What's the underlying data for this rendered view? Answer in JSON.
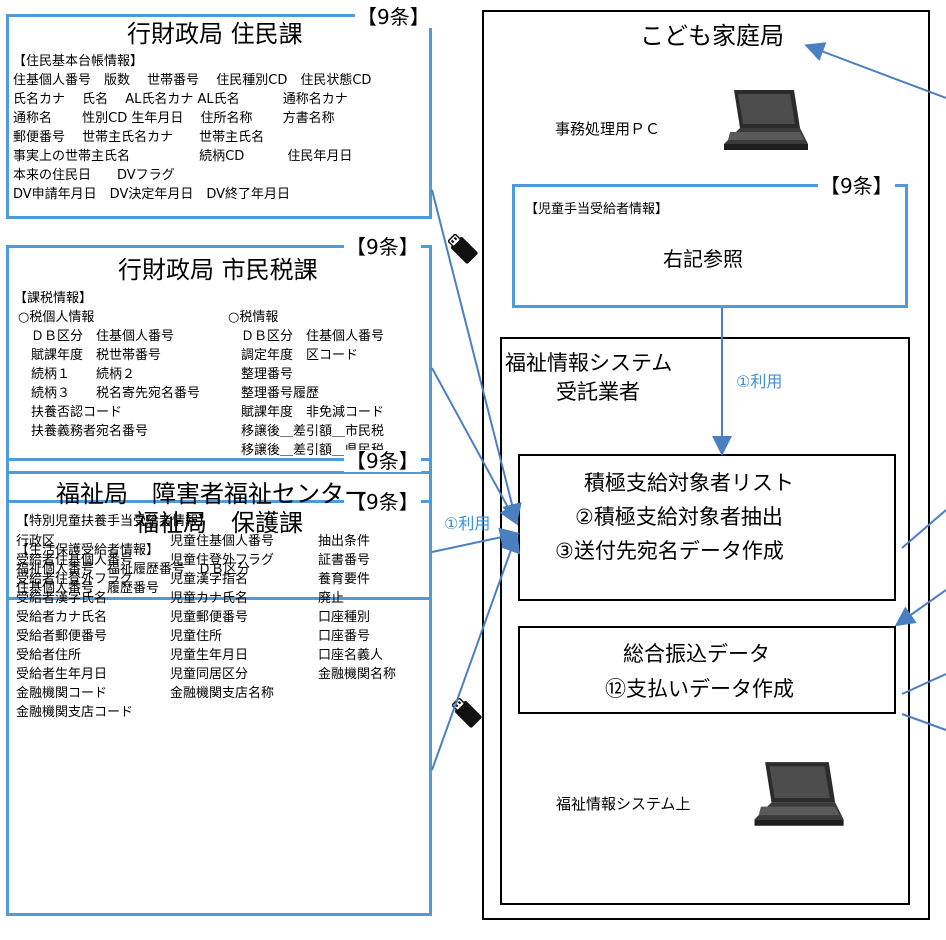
{
  "article_tag": "【9条】",
  "usage_label": "①利用",
  "resident": {
    "title": "行財政局 住民課",
    "section": "【住民基本台帳情報】",
    "lines": [
      "住基個人番号　版数　 世帯番号　 住民種別CD　住民状態CD",
      "氏名カナ　 氏名　 AL氏名カナ AL氏名　　　 通称名カナ",
      "通称名　　 性別CD 生年月日　 住所名称　　 方書名称",
      "郵便番号　 世帯主氏名カナ　　世帯主氏名",
      "事実上の世帯主氏名　　　　　 続柄CD　　　 住民年月日",
      "本来の住民日　　DVフラグ",
      "DV申請年月日　DV決定年月日　DV終了年月日"
    ]
  },
  "tax": {
    "title": "行財政局 市民税課",
    "section": "【課税情報】",
    "left": [
      "○税個人情報",
      "　ＤＢ区分　住基個人番号",
      "　賦課年度　税世帯番号",
      "　続柄１　　続柄２",
      "　続柄３　　税名寄先宛名番号",
      "　扶養否認コード",
      "　扶養義務者宛名番号"
    ],
    "right": [
      "○税情報",
      "　ＤＢ区分　住基個人番号",
      "　調定年度　区コード",
      "　整理番号",
      "　整理番号履歴",
      "　賦課年度　非免減コード",
      "　移譲後＿差引額＿市民税",
      "　移譲後＿差引額＿県民税"
    ]
  },
  "welfare": {
    "title": "福祉局　保護課",
    "section": "【生活保護受給者情報】",
    "lines": [
      "福祉個人番号　福祉履歴番号　ＤＢ区分",
      "住基個人番号　履歴番号"
    ]
  },
  "disability": {
    "title": "福祉局　障害者福祉センター",
    "section": "【特別児童扶養手当受給者情報】",
    "col1": [
      "行政区",
      "受給者住基個人番号",
      "受給者住登外フラグ",
      "受給者漢字氏名",
      "受給者カナ氏名",
      "受給者郵便番号",
      "受給者住所",
      "受給者生年月日",
      "金融機関コード",
      "金融機関支店コード"
    ],
    "col2": [
      "児童住基個人番号",
      "児童住登外フラグ",
      "児童漢字指名",
      "児童カナ氏名",
      "児童郵便番号",
      "児童住所",
      "児童生年月日",
      "児童同居区分",
      "金融機関支店名称"
    ],
    "col3": [
      "抽出条件",
      "証書番号",
      "養育要件",
      "廃止",
      "口座種別",
      "口座番号",
      "口座名義人",
      "金融機関名称"
    ]
  },
  "kodomo": {
    "title": "こども家庭局",
    "pc_label": "事務処理用ＰＣ",
    "section": "【児童手当受給者情報】",
    "body": "右記参照"
  },
  "system": {
    "title_line1": "福祉情報システム",
    "title_line2": "受託業者",
    "list_title": "積極支給対象者リスト",
    "list_step2": "②積極支給対象者抽出",
    "list_step3": "③送付先宛名データ作成",
    "transfer_title": "総合振込データ",
    "transfer_step": "⑫支払いデータ作成",
    "pc_label": "福祉情報システム上"
  },
  "colors": {
    "box_border": "#4f9ad8",
    "arrow": "#4a7fc1"
  },
  "icons": [
    "usb-drive-icon",
    "laptop-icon"
  ]
}
